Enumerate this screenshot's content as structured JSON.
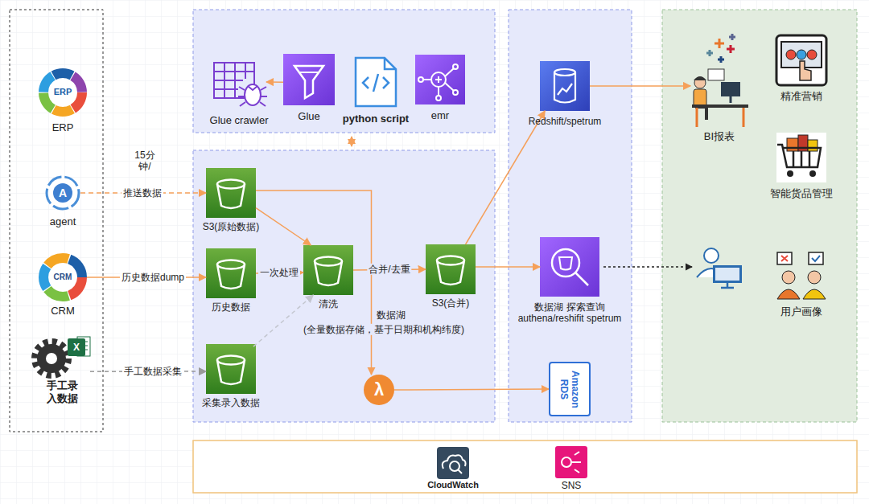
{
  "diagram": {
    "nodes": [
      {
        "text": [
          "ERP"
        ]
      },
      {
        "text": [
          "agent"
        ]
      },
      {
        "text": [
          "CRM"
        ]
      },
      {
        "text": [
          "手工录 入数据"
        ]
      },
      {
        "text": [
          "Glue crawler"
        ]
      },
      {
        "text": [
          "Glue"
        ]
      },
      {
        "text": [
          "python script"
        ]
      },
      {
        "text": [
          "emr"
        ]
      },
      {
        "text": [
          "S3(原始数据)"
        ]
      },
      {
        "text": [
          "历史数据"
        ]
      },
      {
        "text": [
          "采集录入数据"
        ]
      },
      {
        "text": [
          "清洗"
        ]
      },
      {
        "text": [
          "S3(合并)"
        ]
      },
      {
        "text": [
          "λ"
        ]
      },
      {
        "text": [
          "Redshift/spetrum"
        ]
      },
      {
        "text": [
          "数据湖 探索查询 authena/reshifit spetrum"
        ]
      },
      {
        "text": [
          "Amazon RDS"
        ]
      },
      {
        "text": [
          "BI报表"
        ]
      },
      {
        "text": [
          "精准营销"
        ]
      },
      {
        "text": [
          "智能货品管理"
        ]
      },
      {
        "text": [
          "用户画像"
        ]
      },
      {
        "text": [
          "CloudWatch"
        ]
      },
      {
        "text": [
          "SNS"
        ]
      }
    ],
    "edges": [
      {
        "from": 1,
        "to": 8,
        "label": "推送数据",
        "arrow": "to"
      },
      {
        "from": 2,
        "to": 9,
        "label": "历史数据dump",
        "arrow": "to"
      },
      {
        "from": 3,
        "to": 10,
        "label": "手工数据采集",
        "arrow": "to"
      },
      {
        "from": 8,
        "to": 11,
        "arrow": "to"
      },
      {
        "from": 9,
        "to": 11,
        "label": "一次处理",
        "arrow": "to"
      },
      {
        "from": 10,
        "to": 11,
        "arrow": "to"
      },
      {
        "from": 11,
        "to": 12,
        "label": "合并/去重",
        "arrow": "to"
      },
      {
        "from": 8,
        "to": 13,
        "arrow": "to"
      },
      {
        "from": 13,
        "to": 16,
        "arrow": "to"
      },
      {
        "from": 12,
        "to": 14,
        "arrow": "to"
      },
      {
        "from": 12,
        "to": 15,
        "arrow": "to"
      },
      {
        "from": 14,
        "to": 17,
        "arrow": "to"
      },
      {
        "from": 5,
        "to": 4,
        "arrow": "to"
      }
    ],
    "labels": [
      "ERP",
      "A",
      "CRM",
      "X",
      "15分 钟/",
      "数据湖",
      "(全量数据存储，基于日期和机构纬度)"
    ]
  }
}
